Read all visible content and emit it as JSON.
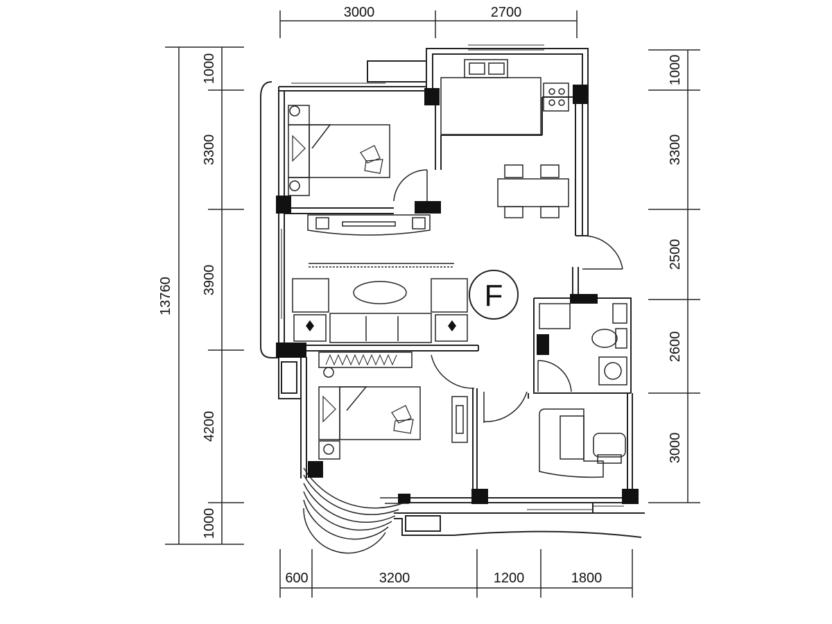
{
  "plan_label": "F",
  "dimensions": {
    "top": [
      "3000",
      "2700"
    ],
    "bottom": [
      "600",
      "3200",
      "1200",
      "1800"
    ],
    "left_total": "13760",
    "left": [
      "1000",
      "3300",
      "3900",
      "4200",
      "1000"
    ],
    "right": [
      "1000",
      "3300",
      "2500",
      "2600",
      "3000"
    ]
  },
  "colors": {
    "line": "#222222",
    "wall": "#111111"
  }
}
